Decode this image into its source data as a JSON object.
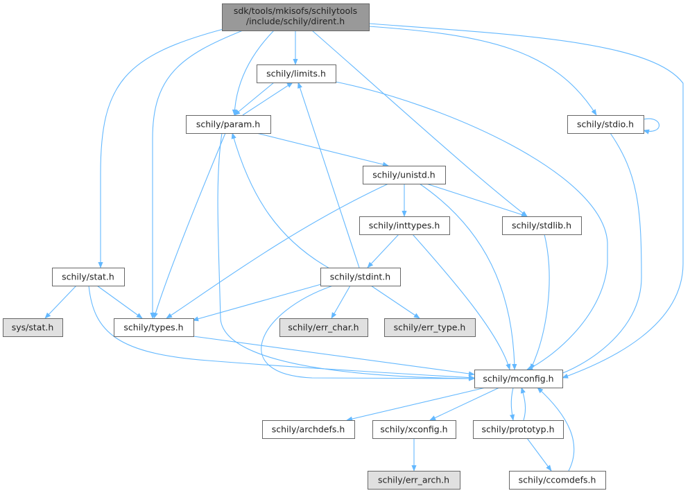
{
  "graph": {
    "title": "Include dependency graph for dirent.h",
    "nodes": [
      {
        "id": "dirent",
        "lines": [
          "sdk/tools/mkisofs/schilytools",
          "/include/schily/dirent.h"
        ],
        "style": "root"
      },
      {
        "id": "limits",
        "lines": [
          "schily/limits.h"
        ],
        "style": "normal"
      },
      {
        "id": "param",
        "lines": [
          "schily/param.h"
        ],
        "style": "normal"
      },
      {
        "id": "stdio",
        "lines": [
          "schily/stdio.h"
        ],
        "style": "normal"
      },
      {
        "id": "unistd",
        "lines": [
          "schily/unistd.h"
        ],
        "style": "normal"
      },
      {
        "id": "inttypes",
        "lines": [
          "schily/inttypes.h"
        ],
        "style": "normal"
      },
      {
        "id": "stdlib",
        "lines": [
          "schily/stdlib.h"
        ],
        "style": "normal"
      },
      {
        "id": "stat",
        "lines": [
          "schily/stat.h"
        ],
        "style": "normal"
      },
      {
        "id": "stdint",
        "lines": [
          "schily/stdint.h"
        ],
        "style": "normal"
      },
      {
        "id": "sysstat",
        "lines": [
          "sys/stat.h"
        ],
        "style": "missing"
      },
      {
        "id": "types",
        "lines": [
          "schily/types.h"
        ],
        "style": "normal"
      },
      {
        "id": "err_char",
        "lines": [
          "schily/err_char.h"
        ],
        "style": "missing"
      },
      {
        "id": "err_type",
        "lines": [
          "schily/err_type.h"
        ],
        "style": "missing"
      },
      {
        "id": "mconfig",
        "lines": [
          "schily/mconfig.h"
        ],
        "style": "normal"
      },
      {
        "id": "archdefs",
        "lines": [
          "schily/archdefs.h"
        ],
        "style": "normal"
      },
      {
        "id": "xconfig",
        "lines": [
          "schily/xconfig.h"
        ],
        "style": "normal"
      },
      {
        "id": "prototyp",
        "lines": [
          "schily/prototyp.h"
        ],
        "style": "normal"
      },
      {
        "id": "err_arch",
        "lines": [
          "schily/err_arch.h"
        ],
        "style": "missing"
      },
      {
        "id": "ccomdefs",
        "lines": [
          "schily/ccomdefs.h"
        ],
        "style": "normal"
      }
    ],
    "edges": [
      [
        "dirent",
        "limits"
      ],
      [
        "dirent",
        "param"
      ],
      [
        "dirent",
        "stat"
      ],
      [
        "dirent",
        "types"
      ],
      [
        "dirent",
        "stdlib"
      ],
      [
        "dirent",
        "stdio"
      ],
      [
        "dirent",
        "mconfig"
      ],
      [
        "limits",
        "param"
      ],
      [
        "limits",
        "mconfig"
      ],
      [
        "param",
        "limits"
      ],
      [
        "param",
        "unistd"
      ],
      [
        "param",
        "types"
      ],
      [
        "param",
        "mconfig"
      ],
      [
        "stdio",
        "stdio"
      ],
      [
        "stdio",
        "mconfig"
      ],
      [
        "unistd",
        "inttypes"
      ],
      [
        "unistd",
        "stdlib"
      ],
      [
        "unistd",
        "types"
      ],
      [
        "unistd",
        "mconfig"
      ],
      [
        "inttypes",
        "stdint"
      ],
      [
        "inttypes",
        "mconfig"
      ],
      [
        "stdlib",
        "mconfig"
      ],
      [
        "stat",
        "sysstat"
      ],
      [
        "stat",
        "types"
      ],
      [
        "stat",
        "mconfig"
      ],
      [
        "stdint",
        "limits"
      ],
      [
        "stdint",
        "param"
      ],
      [
        "stdint",
        "types"
      ],
      [
        "stdint",
        "err_char"
      ],
      [
        "stdint",
        "err_type"
      ],
      [
        "stdint",
        "mconfig"
      ],
      [
        "types",
        "mconfig"
      ],
      [
        "mconfig",
        "archdefs"
      ],
      [
        "mconfig",
        "xconfig"
      ],
      [
        "mconfig",
        "prototyp"
      ],
      [
        "xconfig",
        "err_arch"
      ],
      [
        "prototyp",
        "mconfig"
      ],
      [
        "prototyp",
        "ccomdefs"
      ],
      [
        "ccomdefs",
        "mconfig"
      ]
    ],
    "colors": {
      "edge": "#63b8ff",
      "root_fill": "#999999",
      "missing_fill": "#e0e0e0",
      "node_fill": "#ffffff",
      "missing_border": "#999999"
    }
  }
}
